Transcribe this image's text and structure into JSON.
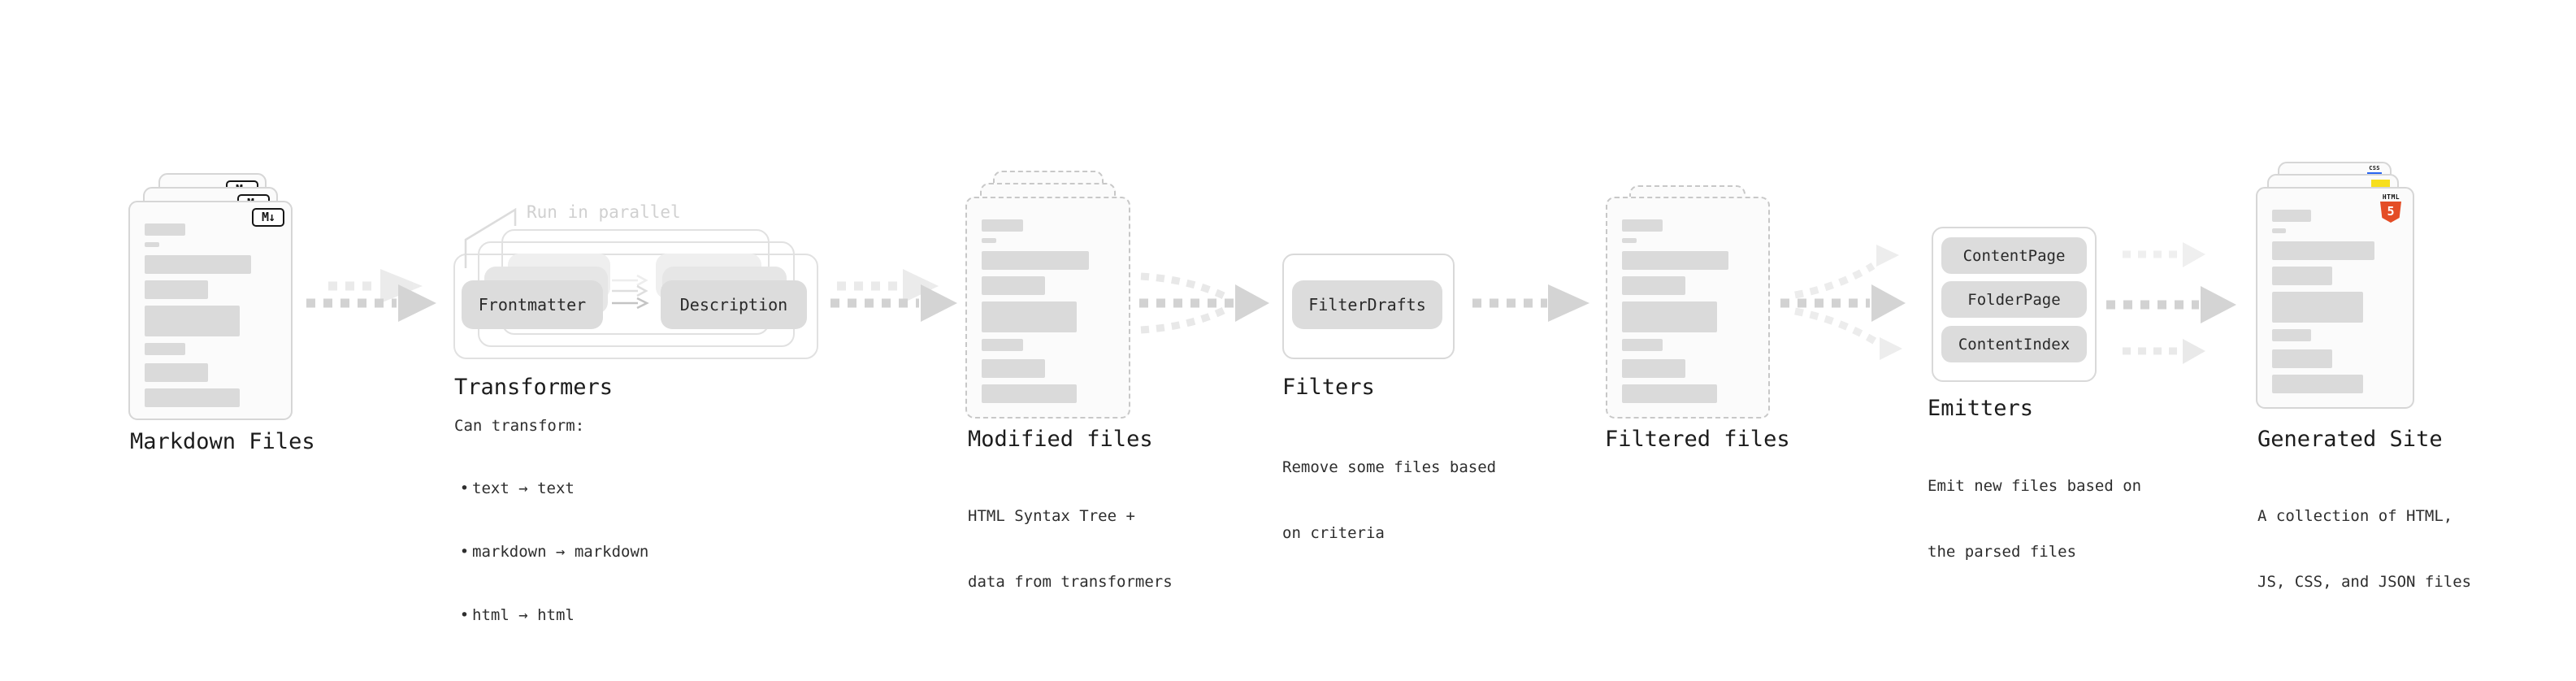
{
  "page": {
    "background": "#ffffff"
  },
  "glyphs": {
    "bullet": "•"
  },
  "colors": {
    "accent_html": "#e44d26",
    "accent_js": "#f7df1e",
    "accent_css": "#2965f1",
    "arrow": "#d2d2d2",
    "arrow_head": "#d4d4d4",
    "arrow_light": "#ececec",
    "card_border": "#d6d6d6",
    "dashed_border": "#c8c8c8",
    "placeholder_bar": "#dadada",
    "pill_bg": "#dcdcdc"
  },
  "sections": {
    "markdown": {
      "title": "Markdown Files",
      "badge": "M↓"
    },
    "transformers": {
      "title": "Transformers",
      "callout": "Run in parallel",
      "pill_frontmatter": "Frontmatter",
      "pill_description": "Description",
      "subtitle": "Can transform:",
      "bullets": [
        "text → text",
        "markdown → markdown",
        "html → html"
      ]
    },
    "modified": {
      "title": "Modified files",
      "subtitle_lines": [
        "HTML Syntax Tree +",
        "data from transformers"
      ]
    },
    "filters": {
      "title": "Filters",
      "pill": "FilterDrafts",
      "subtitle_lines": [
        "Remove some files based",
        "on criteria"
      ]
    },
    "filtered": {
      "title": "Filtered files"
    },
    "emitters": {
      "title": "Emitters",
      "pills": [
        "ContentPage",
        "FolderPage",
        "ContentIndex"
      ],
      "subtitle_lines": [
        "Emit new files based on",
        "the parsed files"
      ]
    },
    "generated": {
      "title": "Generated Site",
      "subtitle_lines": [
        "A collection of HTML,",
        "JS, CSS, and JSON files"
      ],
      "badge_html_label": "HTML",
      "badge_html_number": "5",
      "badge_css": "CSS"
    }
  },
  "decor": {
    "file_bars": [
      {
        "w": 31,
        "h": 15,
        "mt": 26
      },
      {
        "w": 11,
        "h": 6,
        "mt": 8
      },
      {
        "w": 81,
        "h": 23,
        "mt": 10
      },
      {
        "w": 48,
        "h": 23,
        "mt": 8
      },
      {
        "w": 72,
        "h": 38,
        "mt": 8
      },
      {
        "w": 31,
        "h": 15,
        "mt": 8
      },
      {
        "w": 48,
        "h": 23,
        "mt": 10
      },
      {
        "w": 72,
        "h": 23,
        "mt": 8
      }
    ]
  }
}
